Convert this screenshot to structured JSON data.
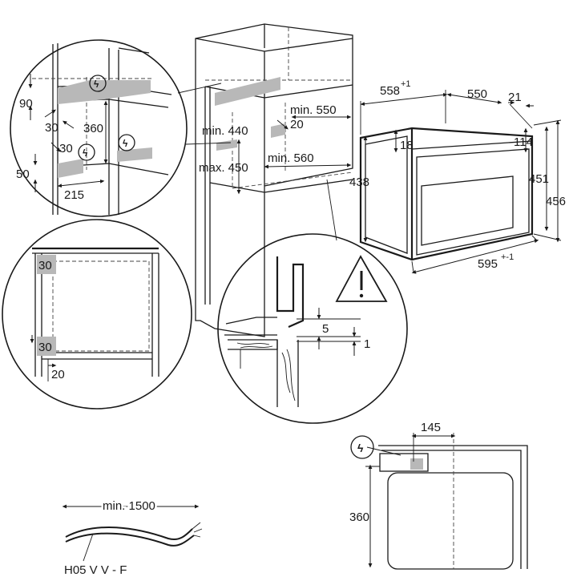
{
  "labels": {
    "d558": "558",
    "d558_sup": "+1",
    "d550": "550",
    "d21": "21",
    "d18": "18",
    "d114": "114",
    "d438": "438",
    "d451": "451",
    "d456": "456",
    "d595": "595",
    "d595_sup": "+-1",
    "min550": "min. 550",
    "min440": "min. 440",
    "n20_top": "20",
    "max450": "max. 450",
    "min560": "min. 560",
    "c90": "90",
    "c30a": "30",
    "c360": "360",
    "c30b": "30",
    "c50": "50",
    "c215": "215",
    "s30a": "30",
    "s30b": "30",
    "s20": "20",
    "w5": "5",
    "w1": "1",
    "b145": "145",
    "b360": "360",
    "cable_len": "min. 1500",
    "cable_type": "H05 V V - F"
  }
}
